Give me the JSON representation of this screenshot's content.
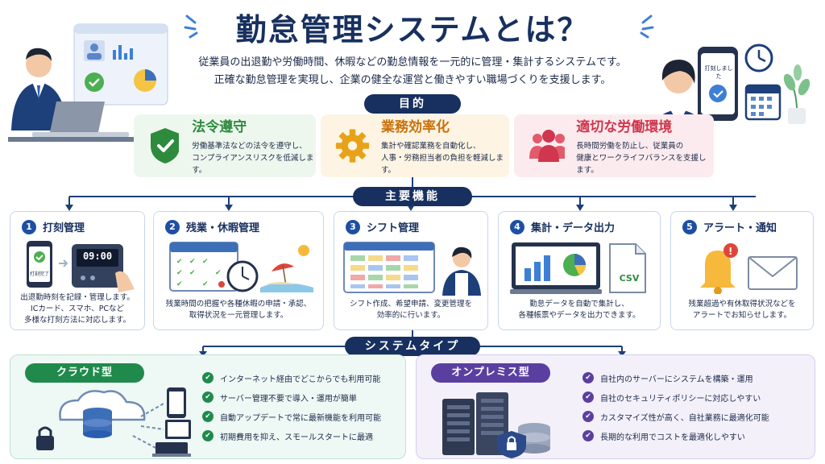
{
  "title": "勤怠管理システムとは？",
  "description": [
    "従業員の出退勤や労働時間、休暇などの勤怠情報を一元的に管理・集計するシステムです。",
    "正確な勤怠管理を実現し、企業の健全な運営と働きやすい職場づくりを支援します。"
  ],
  "phone_banner": "打刻しました",
  "purpose": {
    "label": "目的",
    "cards": [
      {
        "title": "法令遵守",
        "text": [
          "労働基準法などの法令を遵守し、",
          "コンプライアンスリスクを低減します。"
        ],
        "color": "#2e8b3e",
        "icon": "shield-check-icon"
      },
      {
        "title": "業務効率化",
        "text": [
          "集計や確認業務を自動化し、",
          "人事・労務担当者の負担を軽減します。"
        ],
        "color": "#c9700a",
        "icon": "gear-icon"
      },
      {
        "title": "適切な労働環境",
        "text": [
          "長時間労働を防止し、従業員の",
          "健康とワークライフバランスを支援します。"
        ],
        "color": "#d0364d",
        "icon": "people-icon"
      }
    ]
  },
  "features": {
    "label": "主要機能",
    "items": [
      {
        "num": "1",
        "title": "打刻管理",
        "text": [
          "出退勤時刻を記録・管理します。",
          "ICカード、スマホ、PCなど",
          "多様な打刻方法に対応します。"
        ],
        "phone_label": "打刻完了",
        "clock": "09:00"
      },
      {
        "num": "2",
        "title": "残業・休暇管理",
        "text": [
          "残業時間の把握や各種休暇の申請・承認、",
          "取得状況を一元管理します。"
        ]
      },
      {
        "num": "3",
        "title": "シフト管理",
        "text": [
          "シフト作成、希望申請、変更管理を",
          "効率的に行います。"
        ]
      },
      {
        "num": "4",
        "title": "集計・データ出力",
        "text": [
          "勤怠データを自動で集計し、",
          "各種帳票やデータを出力できます。"
        ],
        "file_label": "CSV"
      },
      {
        "num": "5",
        "title": "アラート・通知",
        "text": [
          "残業超過や有休取得状況などを",
          "アラートでお知らせします。"
        ]
      }
    ]
  },
  "types": {
    "label": "システムタイプ",
    "cloud": {
      "title": "クラウド型",
      "color": "#1f8a4c",
      "items": [
        "インターネット経由でどこからでも利用可能",
        "サーバー管理不要で導入・運用が簡単",
        "自動アップデートで常に最新機能を利用可能",
        "初期費用を抑え、スモールスタートに最適"
      ]
    },
    "onprem": {
      "title": "オンプレミス型",
      "color": "#5b3fa0",
      "items": [
        "自社内のサーバーにシステムを構築・運用",
        "自社のセキュリティポリシーに対応しやすい",
        "カスタマイズ性が高く、自社業務に最適化可能",
        "長期的な利用でコストを最適化しやすい"
      ]
    }
  }
}
